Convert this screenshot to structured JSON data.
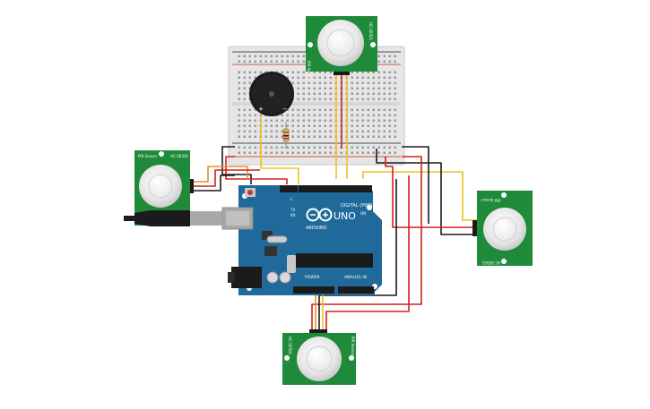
{
  "arduino": {
    "brand": "ARDUINO",
    "model": "UNO",
    "digital_header_label": "DIGITAL (PWM~)",
    "power_label": "POWER",
    "analog_label": "ANALOG IN",
    "tx_label": "TX",
    "rx_label": "RX",
    "led_label": "L",
    "on_label": "ON",
    "board_color": "#1f6a9a",
    "logo_color": "#ffffff"
  },
  "pir_sensors": {
    "top": {
      "chip_label": "HC-SR501",
      "side_label": "PIR Sensor"
    },
    "left": {
      "chip_label": "HC-SR501",
      "side_label": "PIR Sensor"
    },
    "right": {
      "chip_label": "HC-SR501",
      "side_label": "PIR Sensor"
    },
    "bottom": {
      "chip_label": "HC-SR501",
      "side_label": "PIR Sensor"
    },
    "pcb_color": "#1f8a3a",
    "dome_color": "#f2f2f2"
  },
  "buzzer": {
    "plus_label": "+",
    "minus_label": "−",
    "color": "#1b1b1b"
  },
  "wire_colors": {
    "red": "#d0201a",
    "black": "#1a1a1a",
    "yellow": "#f0c020",
    "orange": "#e8902a"
  }
}
